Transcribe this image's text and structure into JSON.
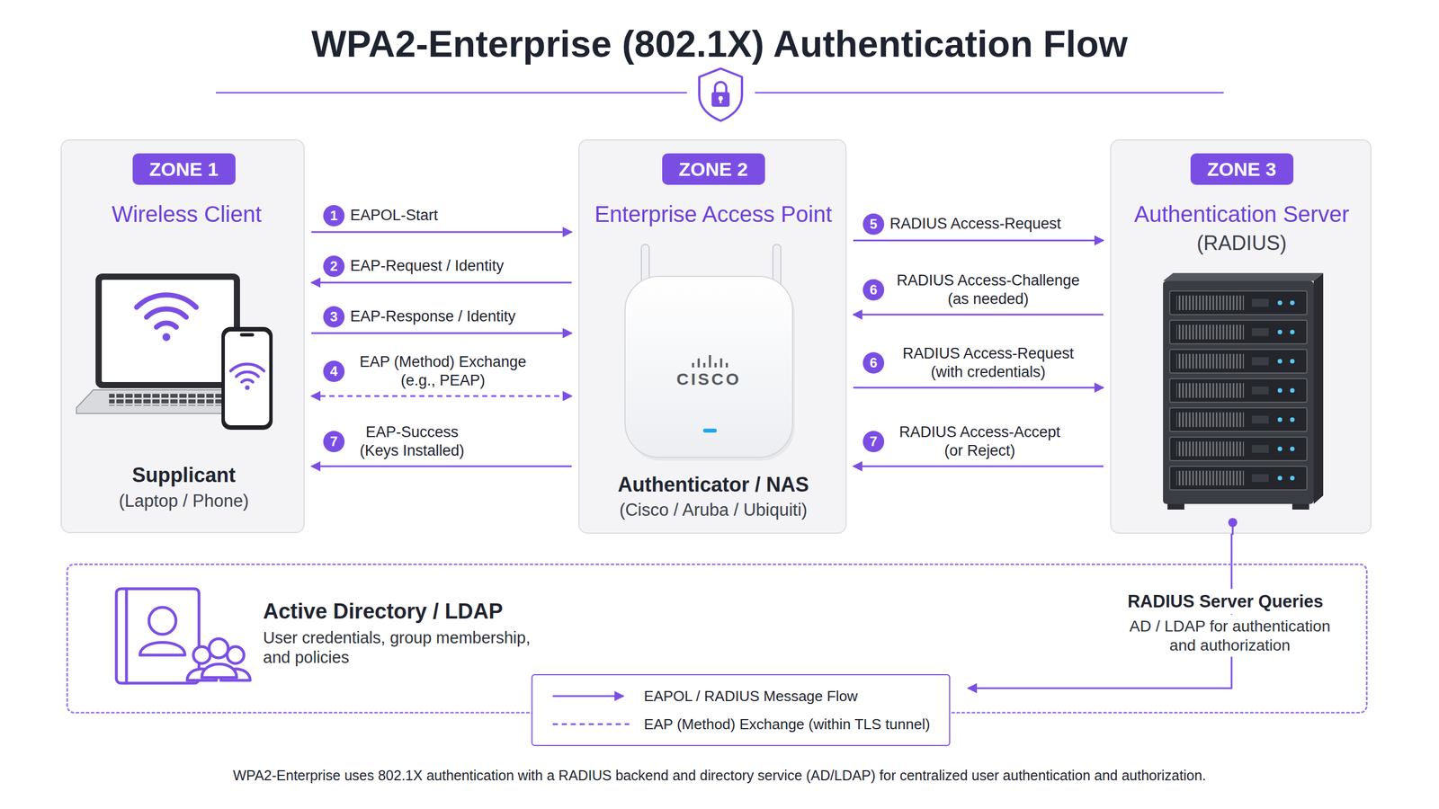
{
  "diagram": {
    "title": "WPA2-Enterprise (802.1X) Authentication Flow",
    "caption": "WPA2-Enterprise uses 802.1X authentication with a RADIUS backend and directory service (AD/LDAP) for centralized user authentication and authorization.",
    "nodes": [
      {
        "text": [
          "Wireless Client",
          "Supplicant",
          "(Laptop / Phone)"
        ]
      },
      {
        "text": [
          "ZONE 1"
        ],
        "in": 0
      },
      {
        "text": [
          "Enterprise Access Point",
          "Authenticator / NAS",
          "(Cisco / Aruba / Ubiquiti)"
        ]
      },
      {
        "text": [
          "ZONE 2"
        ],
        "in": 2
      },
      {
        "text": [
          "Authentication Server",
          "(RADIUS)"
        ]
      },
      {
        "text": [
          "ZONE 3"
        ],
        "in": 4
      },
      {
        "text": [
          "Active Directory / LDAP",
          "User credentials, group membership, and policies",
          "RADIUS Server Queries",
          "AD / LDAP for authentication and authorization"
        ]
      }
    ],
    "edges": [
      {
        "from": 0,
        "to": 2,
        "label": "EAPOL-Start",
        "arrow": "to"
      },
      {
        "from": 2,
        "to": 0,
        "label": "EAP-Request / Identity",
        "arrow": "to"
      },
      {
        "from": 0,
        "to": 2,
        "label": "EAP-Response / Identity",
        "arrow": "to"
      },
      {
        "from": 0,
        "to": 2,
        "label": "EAP (Method) Exchange (e.g., PEAP)",
        "arrow": "both"
      },
      {
        "from": 2,
        "to": 0,
        "label": "EAP-Success (Keys Installed)",
        "arrow": "to"
      },
      {
        "from": 2,
        "to": 4,
        "label": "RADIUS Access-Request",
        "arrow": "to"
      },
      {
        "from": 4,
        "to": 2,
        "label": "RADIUS Access-Challenge (as needed)",
        "arrow": "to"
      },
      {
        "from": 2,
        "to": 4,
        "label": "RADIUS Access-Request (with credentials)",
        "arrow": "to"
      },
      {
        "from": 4,
        "to": 2,
        "label": "RADIUS Access-Accept (or Reject)",
        "arrow": "to"
      },
      {
        "from": 4,
        "to": 6,
        "arrow": "to"
      }
    ],
    "labels": [
      "1",
      "2",
      "3",
      "4",
      "7",
      "5",
      "6",
      "6",
      "7",
      "CISCO"
    ],
    "legend": [
      {
        "text": "EAPOL / RADIUS Message Flow"
      },
      {
        "text": "EAP (Method) Exchange (within TLS tunnel)"
      }
    ]
  }
}
